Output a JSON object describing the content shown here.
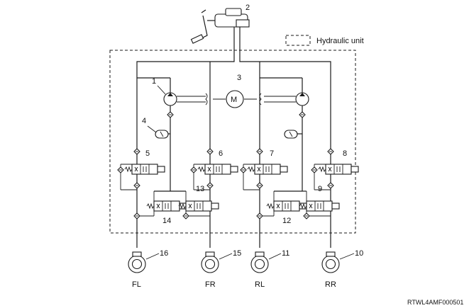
{
  "legend": {
    "label": "Hydraulic unit"
  },
  "callouts": {
    "n1": "1",
    "n2": "2",
    "n3": "3",
    "n4": "4",
    "n5": "5",
    "n6": "6",
    "n7": "7",
    "n8": "8",
    "n9": "9",
    "n10": "10",
    "n11": "11",
    "n12": "12",
    "n13": "13",
    "n14": "14",
    "n15": "15",
    "n16": "16"
  },
  "motor": {
    "symbol": "M"
  },
  "wheels": {
    "fl": "FL",
    "fr": "FR",
    "rl": "RL",
    "rr": "RR"
  },
  "reference_code": "RTWL4AMF000501"
}
